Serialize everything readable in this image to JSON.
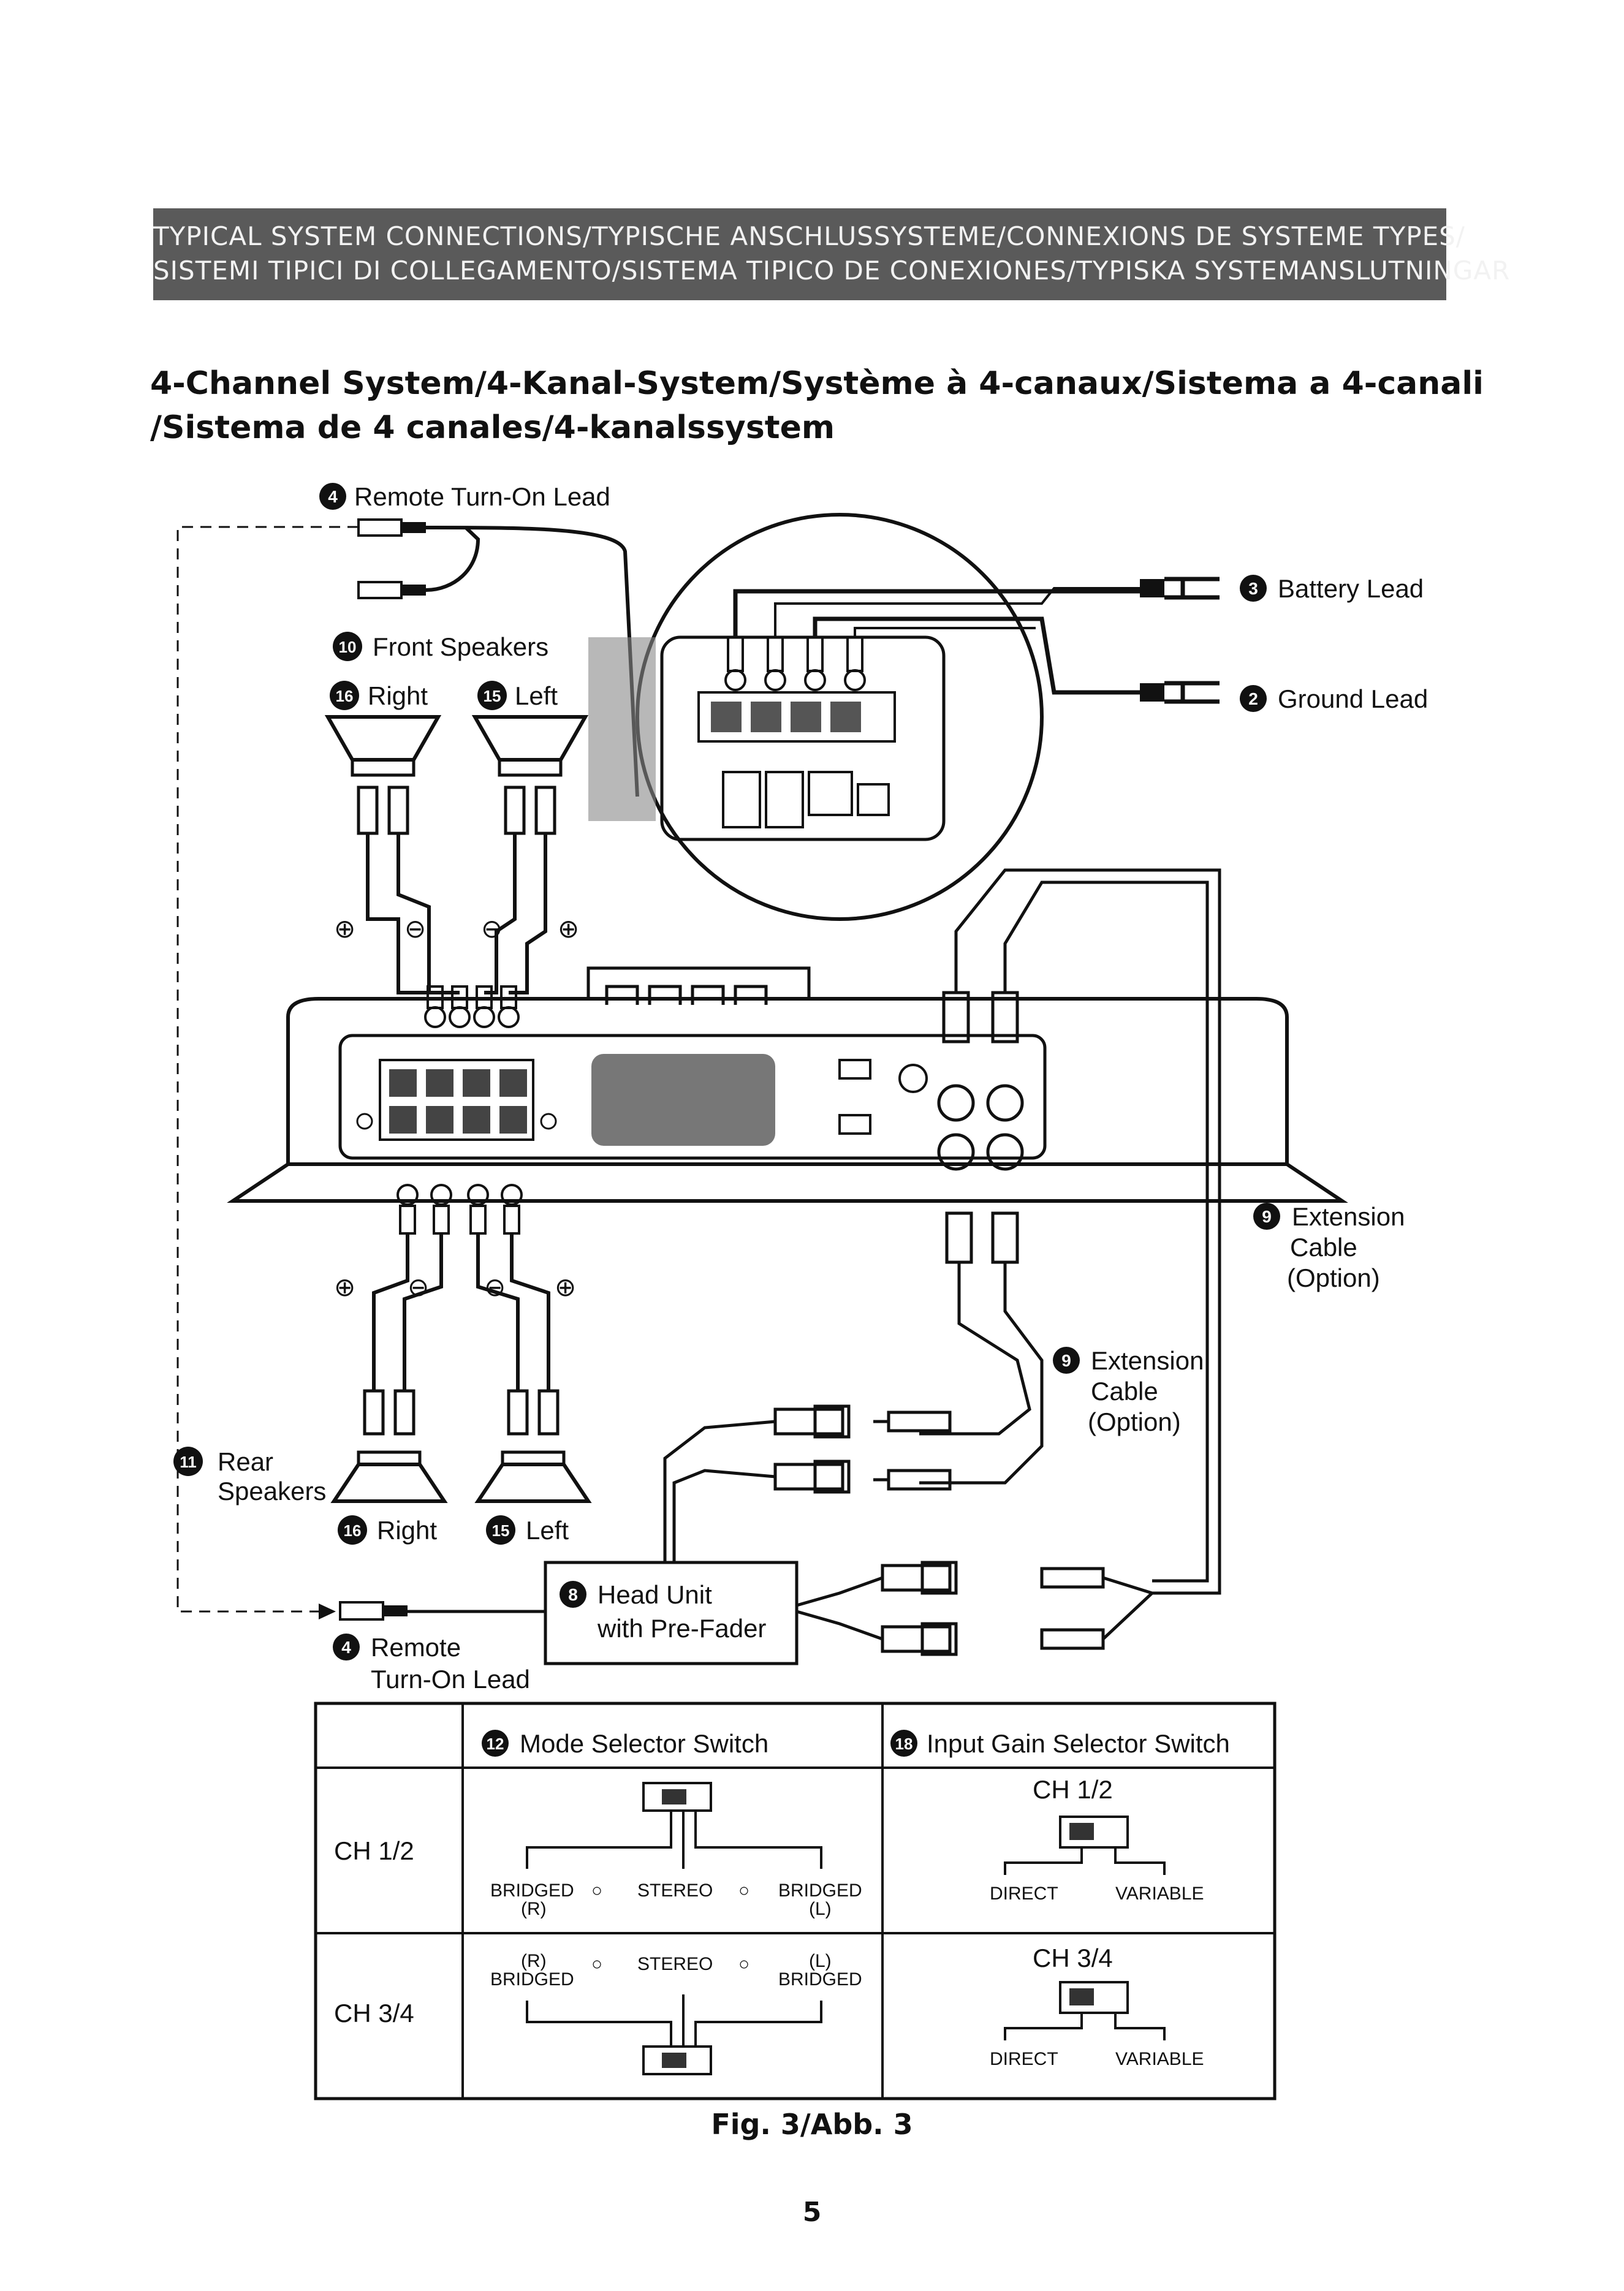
{
  "banner": {
    "line1": "TYPICAL SYSTEM CONNECTIONS/TYPISCHE ANSCHLUSSYSTEME/CONNEXIONS DE SYSTEME TYPES/",
    "line2": "SISTEMI TIPICI DI COLLEGAMENTO/SISTEMA TIPICO DE CONEXIONES/TYPISKA SYSTEMANSLUTNINGAR"
  },
  "heading": {
    "line1": "4-Channel System/4-Kanal-System/Système à 4-canaux/Sistema a 4-canali",
    "line2": "/Sistema de 4 canales/4-kanalssystem"
  },
  "diagram": {
    "remote_top": {
      "num": "4",
      "label": "Remote Turn-On Lead"
    },
    "battery": {
      "num": "3",
      "label": "Battery Lead"
    },
    "ground": {
      "num": "2",
      "label": "Ground Lead"
    },
    "front": {
      "num": "10",
      "label": "Front Speakers"
    },
    "front_right": {
      "num": "16",
      "label": "Right"
    },
    "front_left": {
      "num": "15",
      "label": "Left"
    },
    "rear": {
      "num": "11",
      "label1": "Rear",
      "label2": "Speakers"
    },
    "rear_right": {
      "num": "16",
      "label": "Right"
    },
    "rear_left": {
      "num": "15",
      "label": "Left"
    },
    "ext_right": {
      "num": "9",
      "label1": "Extension",
      "label2": "Cable",
      "label3": "(Option)"
    },
    "ext_mid": {
      "num": "9",
      "label1": "Extension",
      "label2": "Cable",
      "label3": "(Option)"
    },
    "head_unit": {
      "num": "8",
      "label1": "Head Unit",
      "label2": "with Pre-Fader"
    },
    "remote_bottom": {
      "num": "4",
      "label1": "Remote",
      "label2": "Turn-On Lead"
    },
    "plus": "⊕",
    "minus": "⊖"
  },
  "table": {
    "mode_header": {
      "num": "12",
      "label": "Mode Selector Switch"
    },
    "gain_header": {
      "num": "18",
      "label": "Input Gain Selector Switch"
    },
    "row1_label": "CH 1/2",
    "row2_label": "CH 3/4",
    "bridged": "BRIDGED",
    "stereo": "STEREO",
    "r": "(R)",
    "l": "(L)",
    "gain_ch12": "CH 1/2",
    "gain_ch34": "CH 3/4",
    "direct": "DIRECT",
    "variable": "VARIABLE"
  },
  "caption": "Fig. 3/Abb. 3",
  "page_number": "5"
}
